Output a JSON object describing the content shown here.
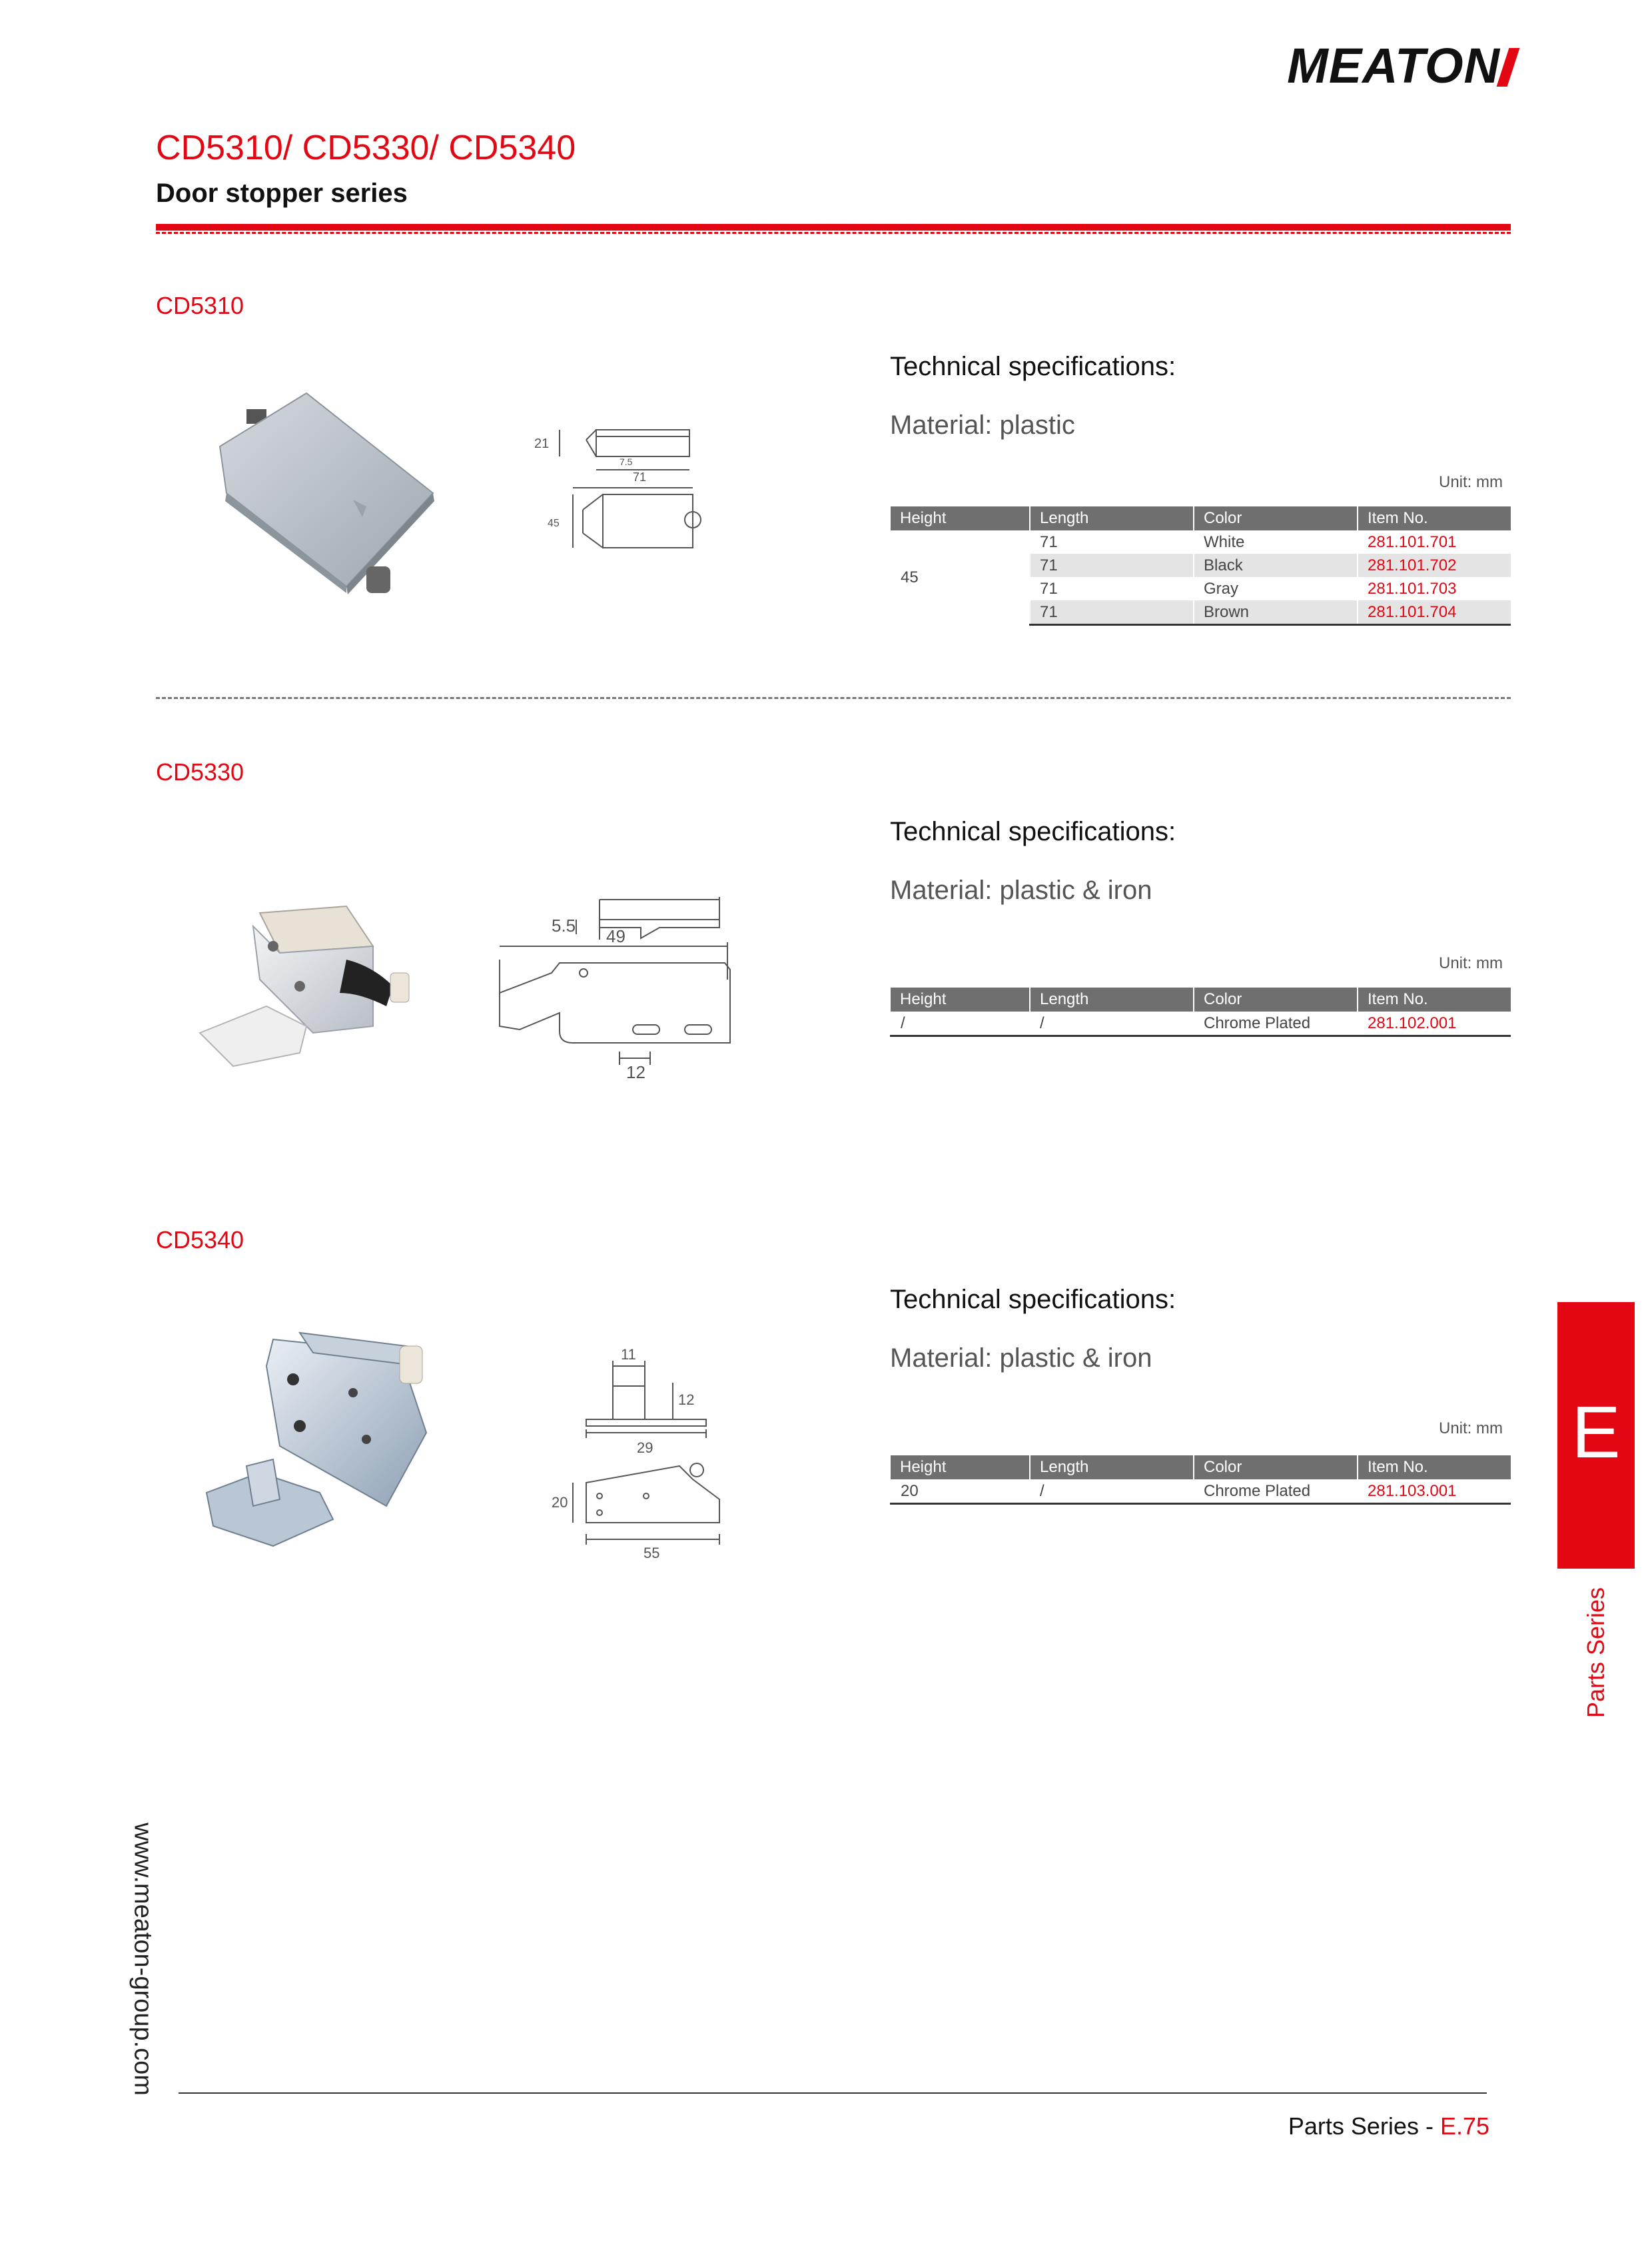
{
  "brand": {
    "logo_text": "MEATON"
  },
  "header": {
    "title": "CD5310/ CD5330/ CD5340",
    "subtitle": "Door stopper series"
  },
  "sections": [
    {
      "label": "CD5310",
      "spec_title": "Technical specifications:",
      "material": "Material: plastic",
      "unit": "Unit: mm",
      "columns": [
        "Height",
        "Length",
        "Color",
        "Item No."
      ],
      "height_merged": "45",
      "rows": [
        {
          "length": "71",
          "color": "White",
          "item": "281.101.701"
        },
        {
          "length": "71",
          "color": "Black",
          "item": "281.101.702"
        },
        {
          "length": "71",
          "color": "Gray",
          "item": "281.101.703"
        },
        {
          "length": "71",
          "color": "Brown",
          "item": "281.101.704"
        }
      ],
      "dims": [
        "21",
        "71",
        "7.5",
        "45"
      ]
    },
    {
      "label": "CD5330",
      "spec_title": "Technical specifications:",
      "material": "Material: plastic & iron",
      "unit": "Unit: mm",
      "columns": [
        "Height",
        "Length",
        "Color",
        "Item No."
      ],
      "rows": [
        {
          "height": "/",
          "length": "/",
          "color": "Chrome Plated",
          "item": "281.102.001"
        }
      ],
      "dims": [
        "5.5",
        "49",
        "12"
      ]
    },
    {
      "label": "CD5340",
      "spec_title": "Technical specifications:",
      "material": "Material: plastic & iron",
      "unit": "Unit: mm",
      "columns": [
        "Height",
        "Length",
        "Color",
        "Item No."
      ],
      "rows": [
        {
          "height": "20",
          "length": "/",
          "color": "Chrome Plated",
          "item": "281.103.001"
        }
      ],
      "dims": [
        "11",
        "12",
        "29",
        "20",
        "55"
      ]
    }
  ],
  "side_tab": {
    "letter": "E",
    "text": "Parts Series"
  },
  "website": "www.meaton-group.com",
  "footer": {
    "prefix": "Parts Series - ",
    "letter": "E.",
    "page": "75"
  },
  "colors": {
    "accent": "#e30613",
    "table_header": "#6f6f6f",
    "row_alt": "#e4e4e4"
  }
}
